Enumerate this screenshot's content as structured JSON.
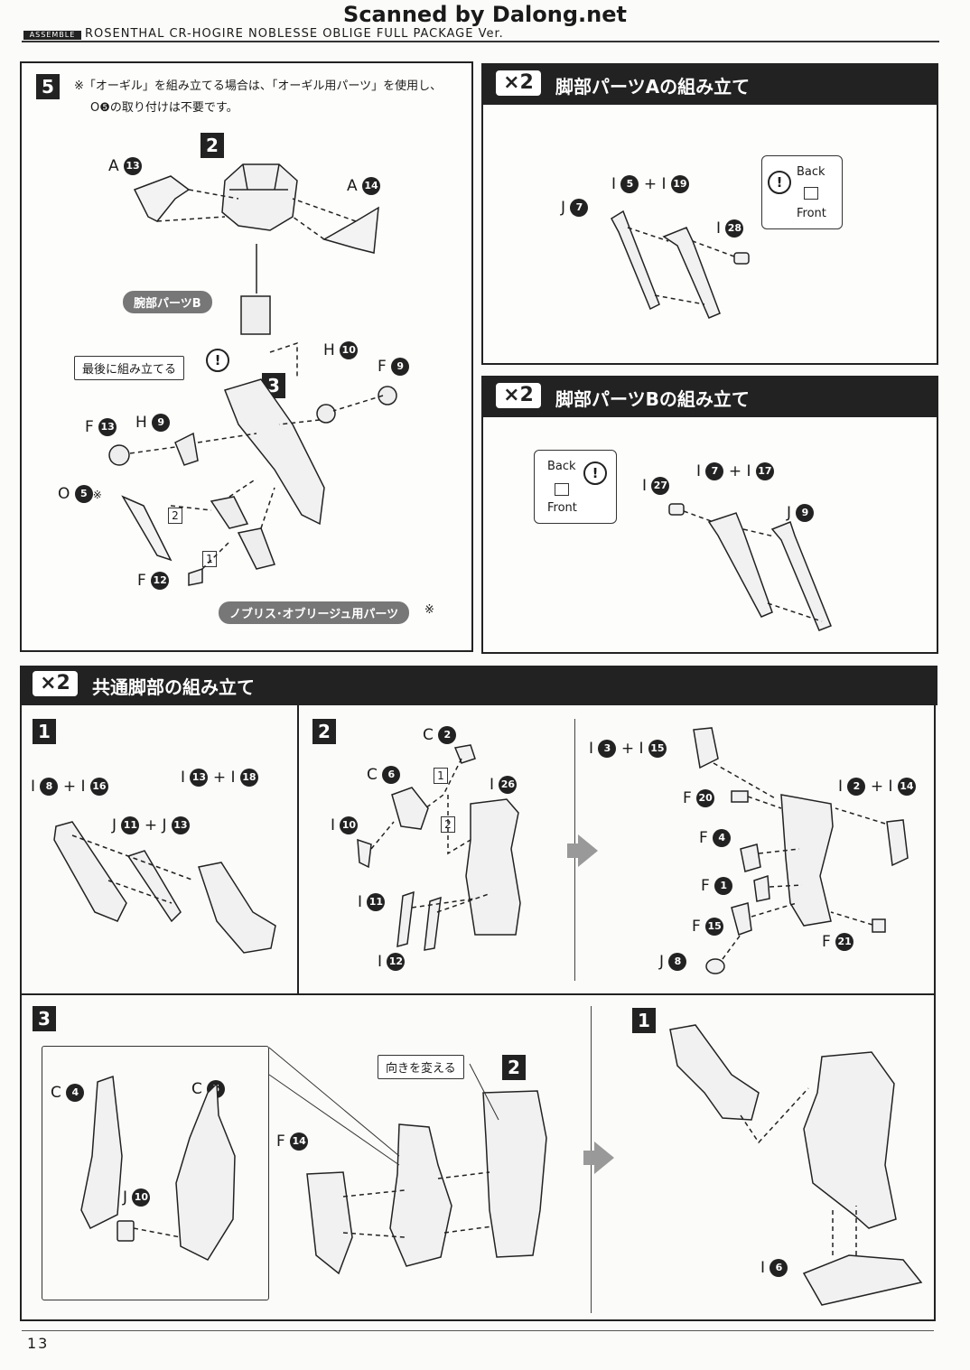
{
  "scan_watermark": "Scanned by Dalong.net",
  "header": {
    "tag": "ASSEMBLE",
    "model": "ROSENTHAL CR-HOGIRE NOBLESSE OBLIGE FULL PACKAGE Ver."
  },
  "step5": {
    "number": "5",
    "note_line1": "※「オーギル」を組み立てる場合は、「オーギル用パーツ」を使用し、",
    "note_line2": "O❺の取り付けは不要です。",
    "parts": [
      "A",
      "A",
      "H",
      "F",
      "F",
      "H",
      "O",
      "F"
    ],
    "part_nums": [
      "13",
      "14",
      "10",
      "9",
      "13",
      "9",
      "5",
      "12"
    ],
    "asterisk": "※",
    "sub_refs": [
      "2",
      "3"
    ],
    "seq": [
      "1",
      "2"
    ],
    "arm_b_label": "腕部パーツB",
    "assemble_last_label": "最後に組み立てる",
    "noblesse_label": "ノブリス･オブリージュ用パーツ",
    "warn": "!"
  },
  "legA": {
    "mult": "×2",
    "title": "脚部パーツAの組み立て",
    "parts": [
      {
        "letter": "J",
        "num": "7"
      },
      {
        "letter": "I",
        "num": "5"
      },
      {
        "letter": "I",
        "num": "19"
      },
      {
        "letter": "I",
        "num": "28"
      }
    ],
    "plus": "+",
    "back": "Back",
    "front": "Front"
  },
  "legB": {
    "mult": "×2",
    "title": "脚部パーツBの組み立て",
    "parts": [
      {
        "letter": "I",
        "num": "27"
      },
      {
        "letter": "I",
        "num": "7"
      },
      {
        "letter": "I",
        "num": "17"
      },
      {
        "letter": "J",
        "num": "9"
      }
    ],
    "plus": "+",
    "back": "Back",
    "front": "Front"
  },
  "common": {
    "mult": "×2",
    "title": "共通脚部の組み立て",
    "step1": {
      "number": "1",
      "parts": [
        {
          "letter": "I",
          "num": "8"
        },
        {
          "letter": "I",
          "num": "16"
        },
        {
          "letter": "I",
          "num": "13"
        },
        {
          "letter": "I",
          "num": "18"
        },
        {
          "letter": "J",
          "num": "11"
        },
        {
          "letter": "J",
          "num": "13"
        }
      ]
    },
    "step2": {
      "number": "2",
      "parts": [
        {
          "letter": "C",
          "num": "2"
        },
        {
          "letter": "C",
          "num": "6"
        },
        {
          "letter": "I",
          "num": "26"
        },
        {
          "letter": "I",
          "num": "10"
        },
        {
          "letter": "I",
          "num": "11"
        },
        {
          "letter": "I",
          "num": "12"
        }
      ],
      "seq": [
        "1",
        "2"
      ]
    },
    "step2b": {
      "parts": [
        {
          "letter": "I",
          "num": "3"
        },
        {
          "letter": "I",
          "num": "15"
        },
        {
          "letter": "I",
          "num": "2"
        },
        {
          "letter": "I",
          "num": "14"
        },
        {
          "letter": "F",
          "num": "20"
        },
        {
          "letter": "F",
          "num": "4"
        },
        {
          "letter": "F",
          "num": "1"
        },
        {
          "letter": "F",
          "num": "15"
        },
        {
          "letter": "F",
          "num": "21"
        },
        {
          "letter": "J",
          "num": "8"
        }
      ]
    },
    "step3": {
      "number": "3",
      "parts": [
        {
          "letter": "C",
          "num": "4"
        },
        {
          "letter": "C",
          "num": "5"
        },
        {
          "letter": "J",
          "num": "10"
        },
        {
          "letter": "F",
          "num": "14"
        }
      ],
      "change_direction": "向きを変える",
      "ref": "2"
    },
    "step3b": {
      "ref": "1",
      "parts": [
        {
          "letter": "I",
          "num": "6"
        }
      ]
    }
  },
  "page_number": "13"
}
